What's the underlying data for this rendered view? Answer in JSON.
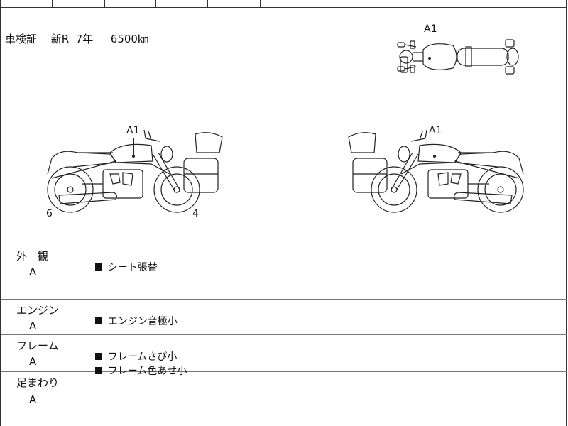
{
  "certificate_text": "車検証　 新R  7年　  6500㎞",
  "markers": {
    "top_view_label": "A1",
    "left_view_label": "A1",
    "right_view_label": "A1",
    "left_view_num_6": "6",
    "left_view_num_4": "4"
  },
  "sections": [
    {
      "title": "外　観",
      "grade": "A",
      "notes": [
        "シート張替"
      ]
    },
    {
      "title": "エンジン",
      "grade": "A",
      "notes": [
        "エンジン音極小"
      ]
    },
    {
      "title": "フレーム",
      "grade": "A",
      "notes": [
        "フレームさび小",
        "フレーム色あせ小"
      ]
    },
    {
      "title": "足まわり",
      "grade": "A",
      "notes": []
    }
  ]
}
